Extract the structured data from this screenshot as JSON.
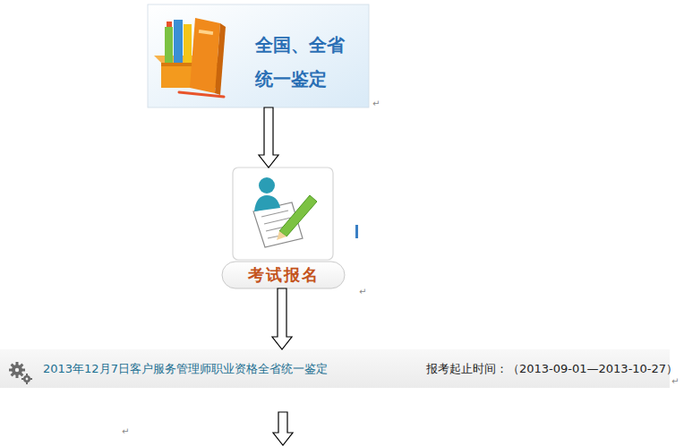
{
  "diagram": {
    "nodes": [
      {
        "text": [
          "全国、全省 统一鉴定"
        ]
      },
      {
        "text": [
          "考试报名"
        ]
      },
      {
        "text": [
          "2013年12月7日客户服务管理师职业资格全省统一鉴定",
          "报考起止时间：（2013-09-01—2013-10-27）"
        ]
      }
    ],
    "edges": [
      {
        "from": 0,
        "to": 1,
        "arrow": "to"
      },
      {
        "from": 1,
        "to": 2,
        "arrow": "to"
      }
    ],
    "labels": [
      "↵",
      "↵",
      "↵",
      "↵"
    ]
  }
}
